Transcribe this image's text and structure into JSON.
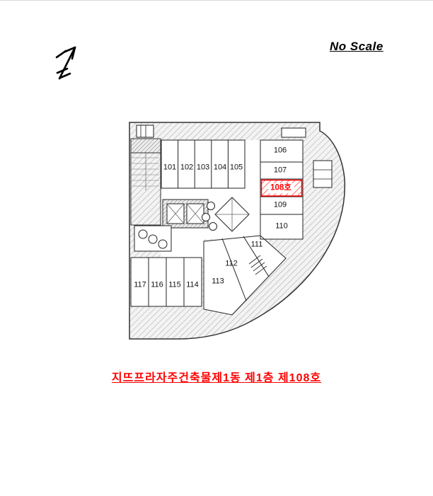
{
  "header": {
    "scale_note": "No Scale"
  },
  "theme": {
    "accent": "#ff0000",
    "line": "#222222",
    "hatch": "#a0a0a0"
  },
  "plan": {
    "rooms": [
      {
        "number": "101"
      },
      {
        "number": "102"
      },
      {
        "number": "103"
      },
      {
        "number": "104"
      },
      {
        "number": "105"
      },
      {
        "number": "106"
      },
      {
        "number": "107"
      },
      {
        "number": "108호",
        "highlight": true
      },
      {
        "number": "109"
      },
      {
        "number": "110"
      },
      {
        "number": "111"
      },
      {
        "number": "112"
      },
      {
        "number": "113"
      },
      {
        "number": "114"
      },
      {
        "number": "115"
      },
      {
        "number": "116"
      },
      {
        "number": "117"
      }
    ],
    "highlighted_room": "108호"
  },
  "caption": {
    "text": "지뜨프라자주건축물제1동 제1층 제108호"
  }
}
